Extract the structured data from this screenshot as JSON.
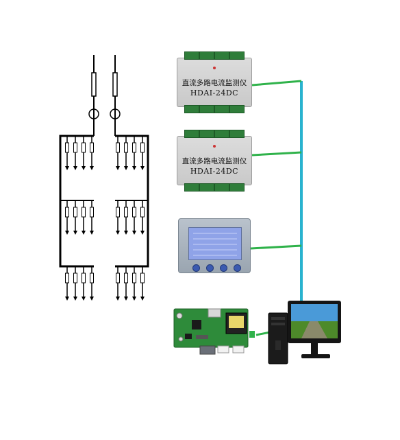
{
  "modules": [
    {
      "title": "直流多路电流监测仪",
      "model": "HDAI-24DC"
    },
    {
      "title": "直流多路电流监测仪",
      "model": "HDAI-24DC"
    }
  ],
  "colors": {
    "bus_line": "#29b3cf",
    "link_line": "#2fb24a",
    "circuit": "#000000",
    "terminal": "#2f7d3a",
    "screen": "#8fa3e8"
  },
  "icons": {
    "display_meter": "lcd-meter-icon",
    "controller": "pcb-board-icon",
    "computer": "desktop-computer-icon"
  }
}
